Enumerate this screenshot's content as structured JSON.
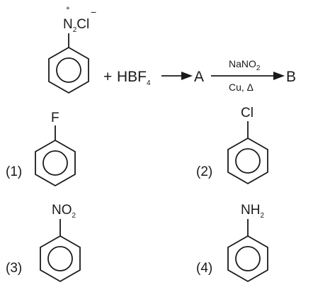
{
  "reaction": {
    "reactant_group": "N",
    "reactant_group_sub": "2",
    "reactant_charge": "+",
    "counter_ion": "Cl",
    "counter_charge": "−",
    "plus": "+",
    "reagent": "HBF",
    "reagent_sub": "4",
    "intermediate": "A",
    "arrow2_top": "NaNO",
    "arrow2_top_sub": "2",
    "arrow2_bottom": "Cu, Δ",
    "product": "B"
  },
  "options": [
    {
      "number": "(1)",
      "substituent": "F",
      "sub": ""
    },
    {
      "number": "(2)",
      "substituent": "Cl",
      "sub": ""
    },
    {
      "number": "(3)",
      "substituent": "NO",
      "sub": "2"
    },
    {
      "number": "(4)",
      "substituent": "NH",
      "sub": "2"
    }
  ]
}
